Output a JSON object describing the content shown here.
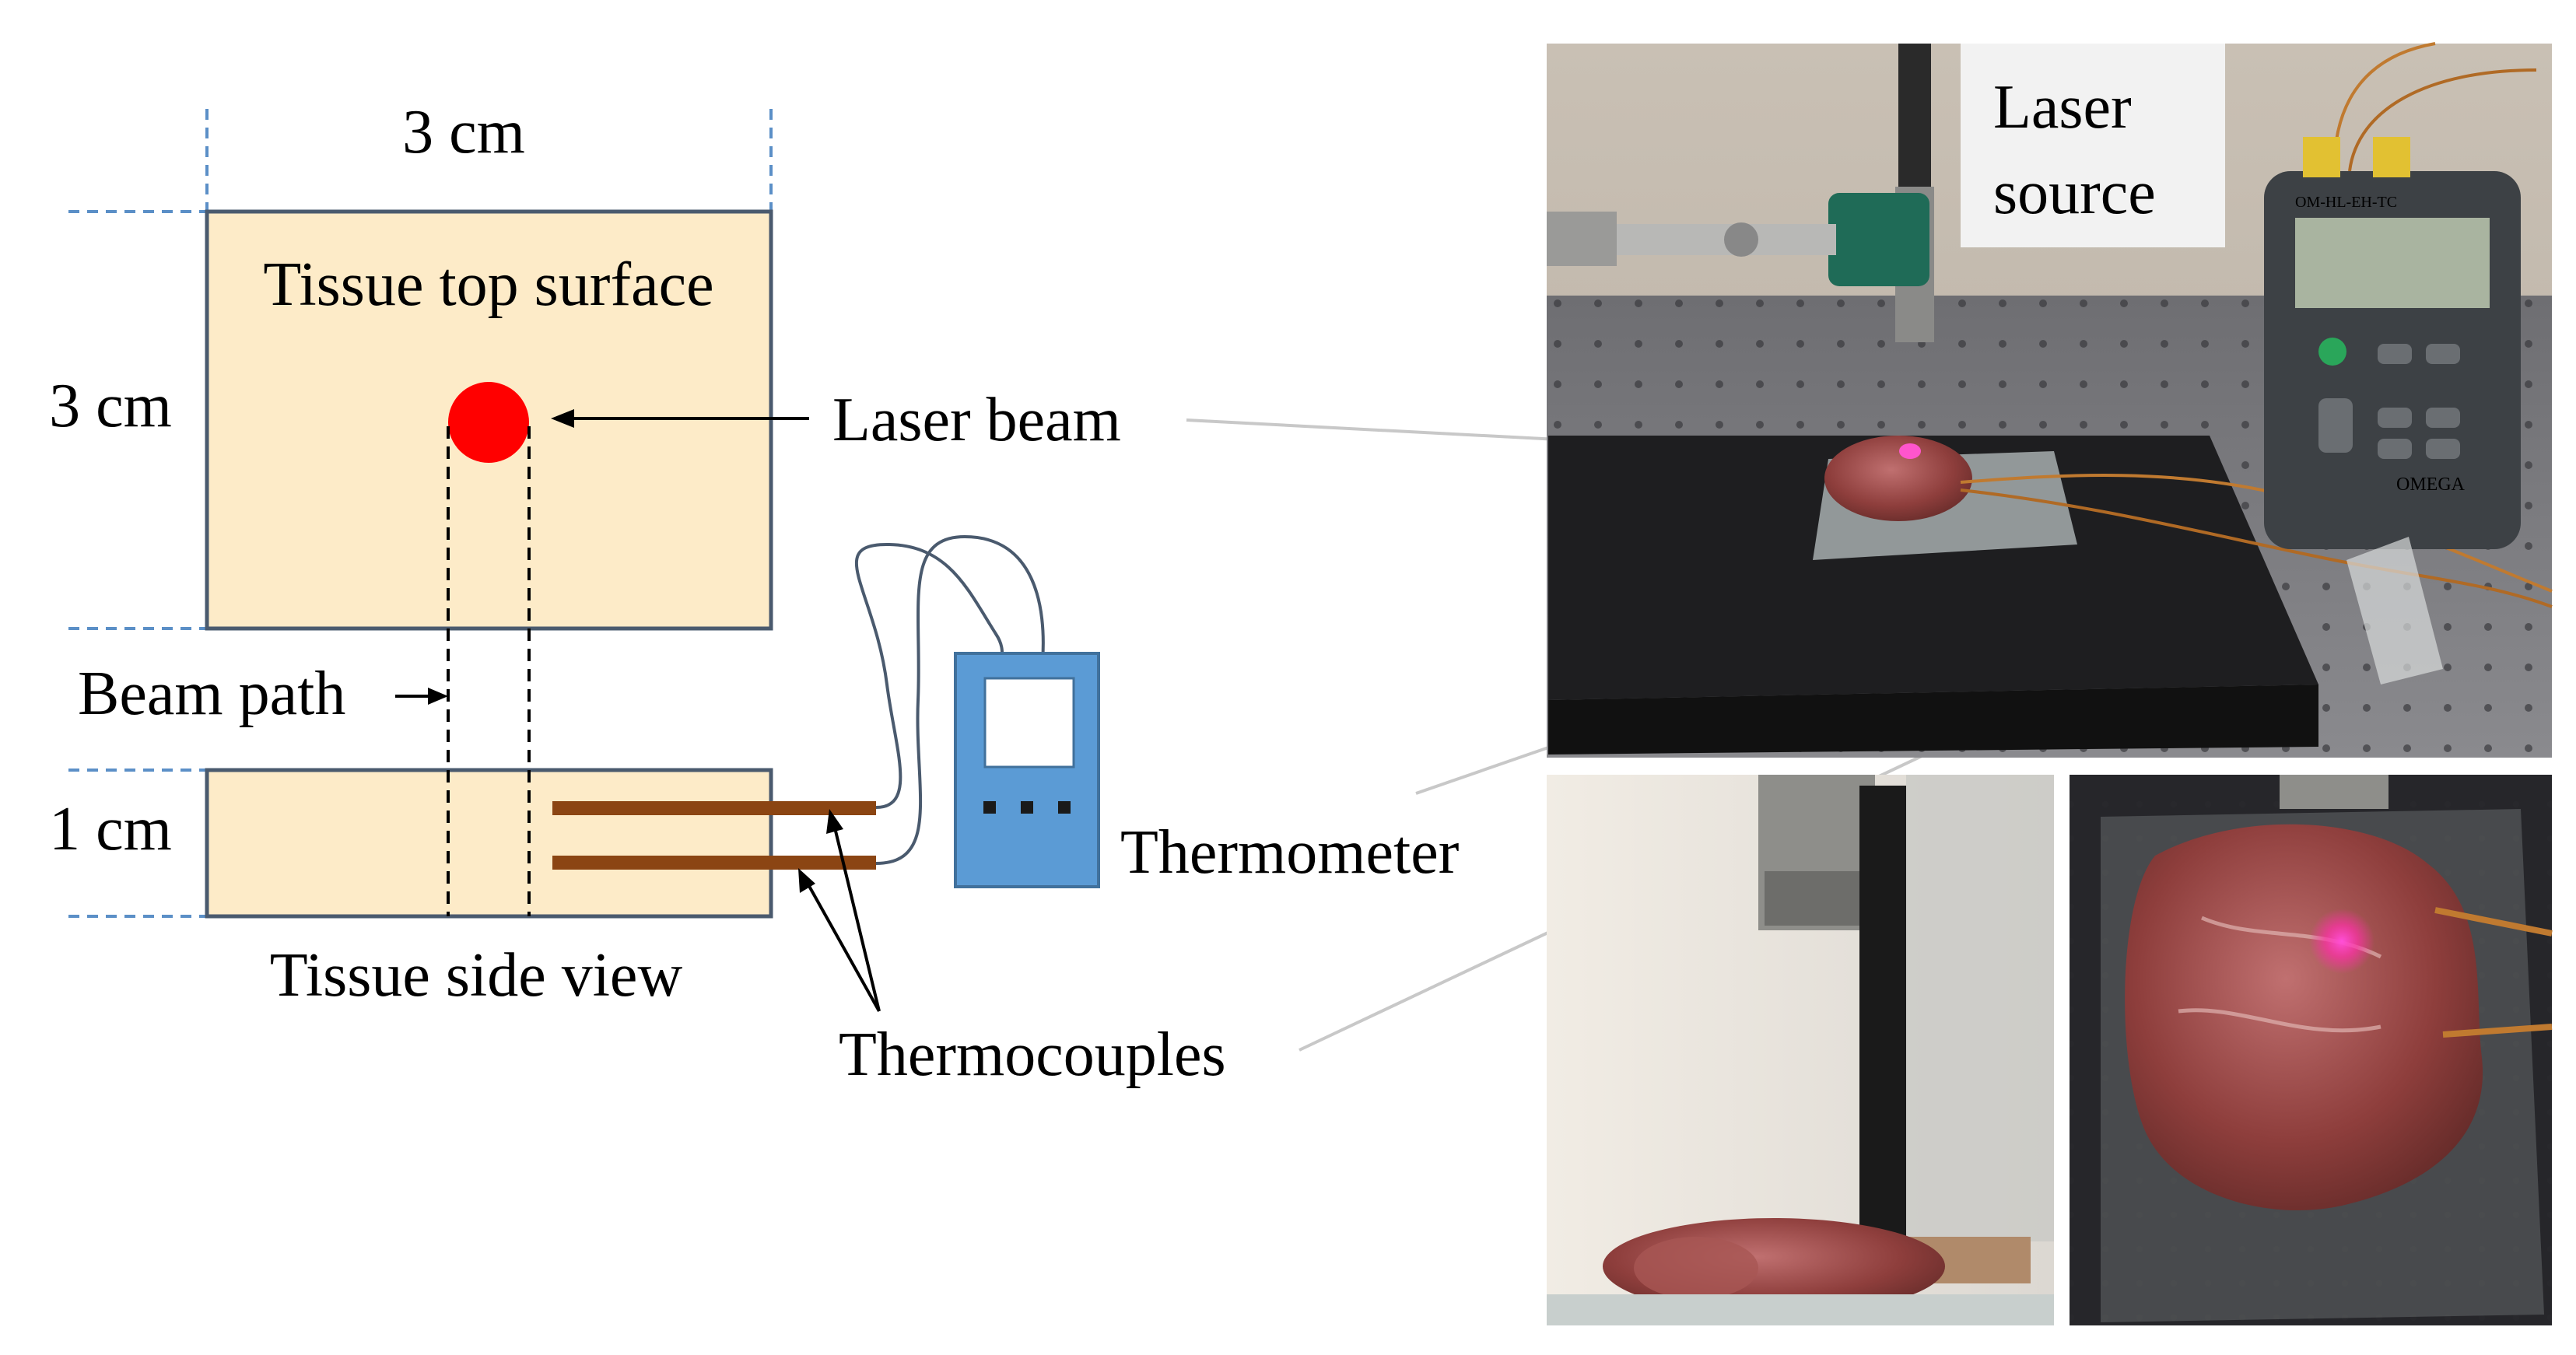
{
  "labels": {
    "width_dim": "3 cm",
    "height_dim": "3 cm",
    "depth_dim": "1 cm",
    "top_surface": "Tissue top surface",
    "side_view": "Tissue side view",
    "beam_path": "Beam path",
    "laser_beam": "Laser beam",
    "thermometer": "Thermometer",
    "thermocouples": "Thermocouples"
  },
  "photos": {
    "main_caption_line1": "Laser",
    "main_caption_line2": "source",
    "meter_model": "OM-HL-EH-TC",
    "meter_brand": "OMEGA"
  },
  "colors": {
    "tissue_fill": "#fdebc8",
    "tissue_stroke": "#4a5a6e",
    "laser_spot": "#ff0000",
    "thermocouple": "#8b4513",
    "thermometer_body": "#5b9bd5",
    "dim_line": "#5b8fc7"
  }
}
